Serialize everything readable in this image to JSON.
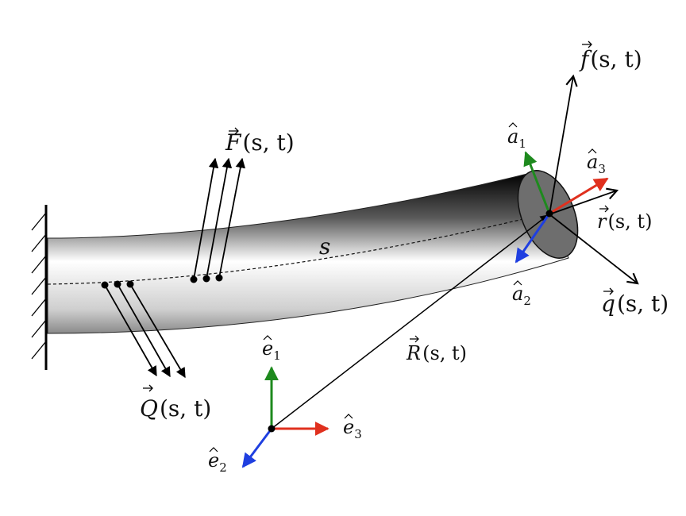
{
  "labels": {
    "F": {
      "vec": "F",
      "args": "(s, t)"
    },
    "Q": {
      "vec": "Q",
      "args": "(s, t)"
    },
    "f": {
      "vec": "f",
      "args": "(s, t)"
    },
    "q": {
      "vec": "q",
      "args": "(s, t)"
    },
    "r": {
      "vec": "r",
      "args": "(s, t)"
    },
    "R": {
      "vec": "R",
      "args": "(s, t)"
    },
    "s": "s",
    "a1": {
      "sym": "a",
      "sub": "1"
    },
    "a2": {
      "sym": "a",
      "sub": "2"
    },
    "a3": {
      "sym": "a",
      "sub": "3"
    },
    "e1": {
      "sym": "e",
      "sub": "1"
    },
    "e2": {
      "sym": "e",
      "sub": "2"
    },
    "e3": {
      "sym": "e",
      "sub": "3"
    }
  },
  "colors": {
    "axis1": "#1e8a1e",
    "axis2": "#1f3fe0",
    "axis3": "#e0301e",
    "ink": "#000000"
  }
}
